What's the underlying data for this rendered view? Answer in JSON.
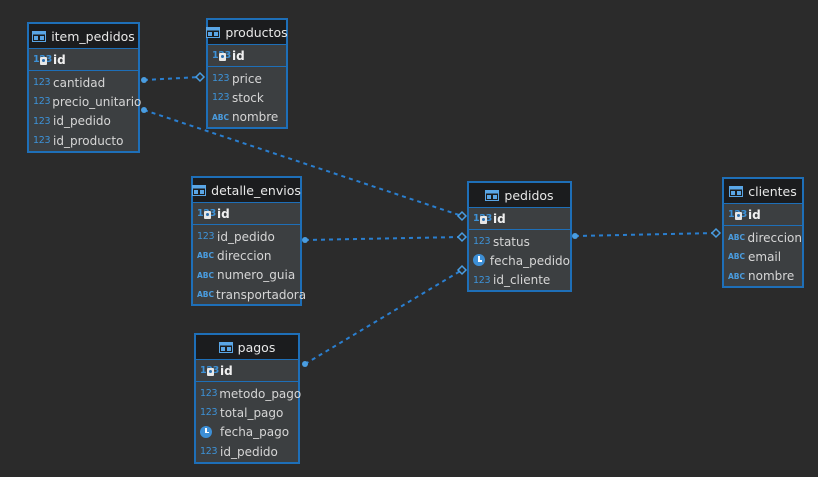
{
  "tables": [
    {
      "name": "item_pedidos",
      "pk": "id",
      "columns": [
        {
          "name": "cantidad",
          "type": "123"
        },
        {
          "name": "precio_unitario",
          "type": "123"
        },
        {
          "name": "id_pedido",
          "type": "123"
        },
        {
          "name": "id_producto",
          "type": "123"
        }
      ]
    },
    {
      "name": "productos",
      "pk": "id",
      "columns": [
        {
          "name": "price",
          "type": "123"
        },
        {
          "name": "stock",
          "type": "123"
        },
        {
          "name": "nombre",
          "type": "ABC"
        }
      ]
    },
    {
      "name": "detalle_envios",
      "pk": "id",
      "columns": [
        {
          "name": "id_pedido",
          "type": "123"
        },
        {
          "name": "direccion",
          "type": "ABC"
        },
        {
          "name": "numero_guia",
          "type": "ABC"
        },
        {
          "name": "transportadora",
          "type": "ABC"
        }
      ]
    },
    {
      "name": "pedidos",
      "pk": "id",
      "columns": [
        {
          "name": "status",
          "type": "123"
        },
        {
          "name": "fecha_pedido",
          "type": "clock"
        },
        {
          "name": "id_cliente",
          "type": "123"
        }
      ]
    },
    {
      "name": "clientes",
      "pk": "id",
      "columns": [
        {
          "name": "direccion",
          "type": "ABC"
        },
        {
          "name": "email",
          "type": "ABC"
        },
        {
          "name": "nombre",
          "type": "ABC"
        }
      ]
    },
    {
      "name": "pagos",
      "pk": "id",
      "columns": [
        {
          "name": "metodo_pago",
          "type": "123"
        },
        {
          "name": "total_pago",
          "type": "123"
        },
        {
          "name": "fecha_pago",
          "type": "clock"
        },
        {
          "name": "id_pedido",
          "type": "123"
        }
      ]
    }
  ],
  "pk_type_label": "123",
  "relations": [
    {
      "from": "item_pedidos.id_producto",
      "to": "productos.id"
    },
    {
      "from": "item_pedidos.id_pedido",
      "to": "pedidos.id"
    },
    {
      "from": "detalle_envios.id_pedido",
      "to": "pedidos.id"
    },
    {
      "from": "pagos.id_pedido",
      "to": "pedidos.id"
    },
    {
      "from": "pedidos.id_cliente",
      "to": "clientes.id"
    }
  ],
  "colors": {
    "border": "#1e6fb8",
    "link": "#2a7fd0",
    "background": "#2b2b2b",
    "type": "#3d92d8"
  }
}
